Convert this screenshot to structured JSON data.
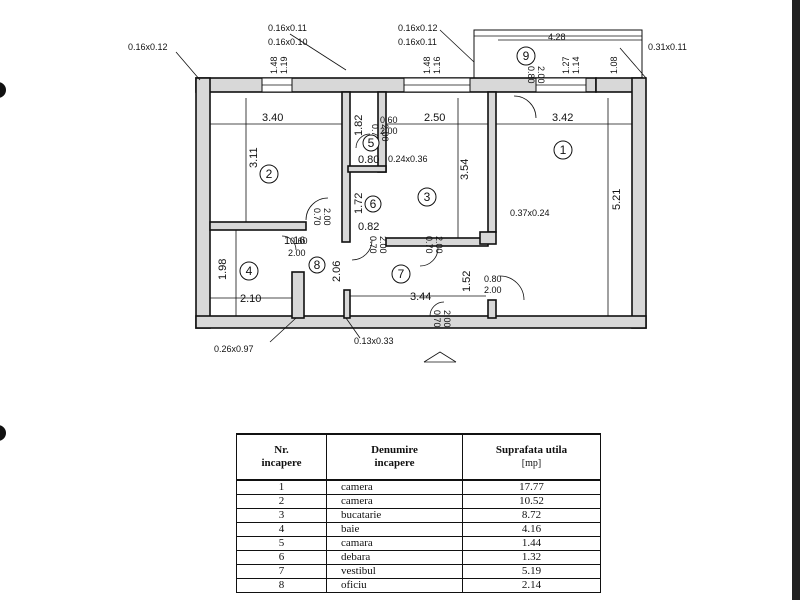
{
  "plan": {
    "top_dims": [
      "0.16x0.11",
      "0.16x0.10",
      "0.16x0.12",
      "0.16x0.11",
      "4.28"
    ],
    "side_dims": [
      "0.16x0.12",
      "0.31x0.11",
      "0.26x0.97",
      "0.13x0.33",
      "0.24x0.36",
      "0.37x0.24"
    ],
    "window_dims": [
      "1.48",
      "1.19",
      "1.48",
      "1.16",
      "1.27",
      "1.14",
      "1.08"
    ],
    "room_dims": {
      "r2_w": "3.40",
      "r2_h": "3.11",
      "r3_w": "2.50",
      "r3_h": "3.54",
      "r1_w": "3.42",
      "r1_h": "5.21",
      "r5_h": "1.82",
      "r5_w": "0.80",
      "r6_h": "1.72",
      "r6_w": "0.82",
      "r4_h": "1.98",
      "r4_w": "2.10",
      "r8_w": "1.16",
      "r8_h": "2.06",
      "r7_w": "3.44",
      "r7_h": "1.52"
    },
    "door_dims": [
      "0.60",
      "2.00",
      "0.80",
      "2.00",
      "0.80",
      "2.00",
      "0.70",
      "2.00",
      "0.70",
      "2.00",
      "0.70",
      "2.00",
      "0.70",
      "2.00",
      "0.60",
      "2.00",
      "0.70",
      "2.00"
    ],
    "room_numbers": [
      "1",
      "2",
      "3",
      "4",
      "5",
      "6",
      "7",
      "8",
      "9"
    ]
  },
  "table": {
    "headers": {
      "col1_line1": "Nr.",
      "col1_line2": "incapere",
      "col2_line1": "Denumire",
      "col2_line2": "incapere",
      "col3_line1": "Suprafata utila",
      "col3_line2": "[mp]"
    },
    "rows": [
      {
        "nr": "1",
        "name": "camera",
        "area": "17.77"
      },
      {
        "nr": "2",
        "name": "camera",
        "area": "10.52"
      },
      {
        "nr": "3",
        "name": "bucatarie",
        "area": "8.72"
      },
      {
        "nr": "4",
        "name": "baie",
        "area": "4.16"
      },
      {
        "nr": "5",
        "name": "camara",
        "area": "1.44"
      },
      {
        "nr": "6",
        "name": "debara",
        "area": "1.32"
      },
      {
        "nr": "7",
        "name": "vestibul",
        "area": "5.19"
      },
      {
        "nr": "8",
        "name": "oficiu",
        "area": "2.14"
      }
    ]
  }
}
